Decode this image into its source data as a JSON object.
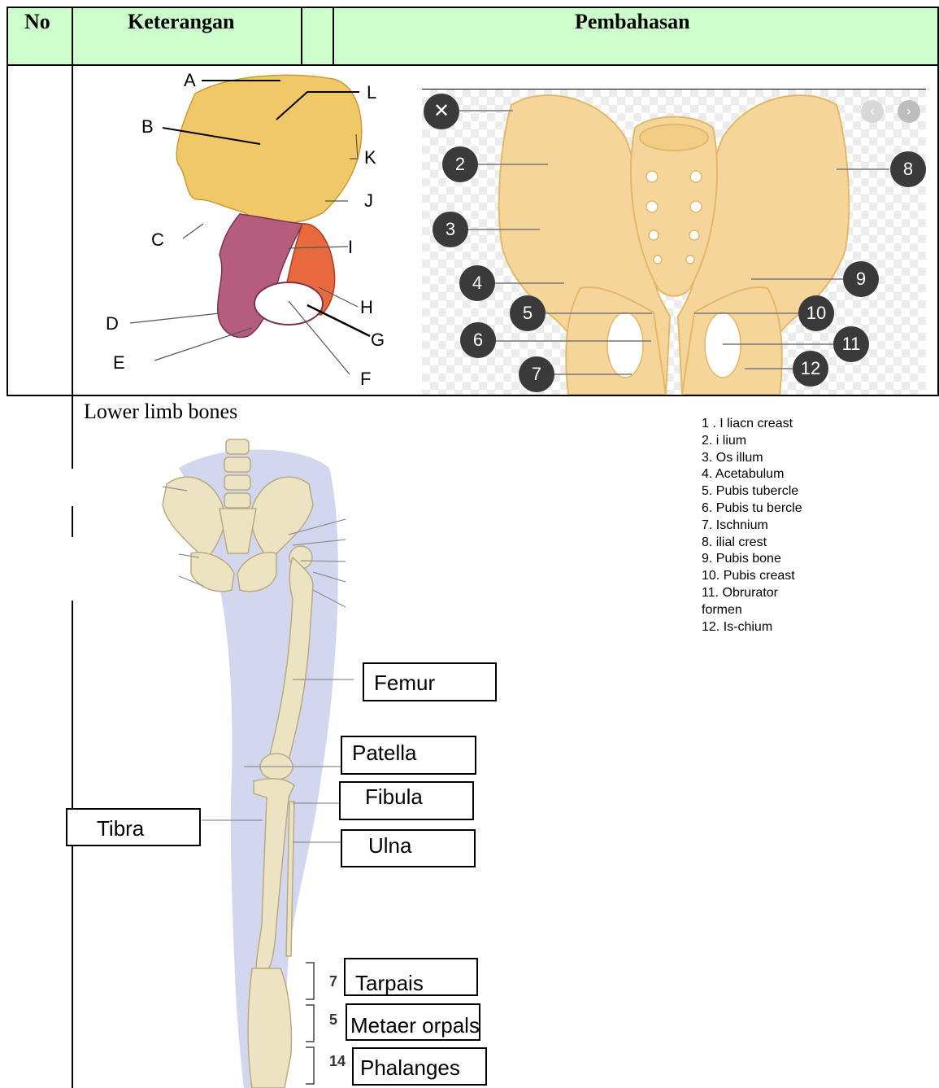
{
  "table": {
    "headers": {
      "no": "No",
      "keterangan": "Keterangan",
      "pembahasan": "Pembahasan"
    },
    "header_bg": "#ccffcc"
  },
  "hip_diagram": {
    "labels": [
      "A",
      "B",
      "C",
      "D",
      "E",
      "F",
      "G",
      "H",
      "I",
      "J",
      "K",
      "L"
    ],
    "ilium_color": "#f1c867",
    "ischium_color": "#b65d7d",
    "pubis_color": "#e8693e"
  },
  "pelvis_diagram": {
    "numbers": [
      "2",
      "3",
      "4",
      "5",
      "6",
      "7",
      "8",
      "9",
      "10",
      "11",
      "12"
    ],
    "close_icon": "close-icon",
    "prev_icon": "chevron-left-icon",
    "next_icon": "chevron-right-icon",
    "bone_color": "#f5d59a"
  },
  "lower_limb": {
    "title": "Lower limb bones",
    "callouts": {
      "femur": "Femur",
      "patella": "Patella",
      "fibula": "Fibula",
      "ulna": "Ulna",
      "tibra": "Tibra",
      "tarpais": "Tarpais",
      "metaer": "Metaer orpals",
      "phalanges": "Phalanges"
    },
    "bracket_numbers": [
      "7",
      "5",
      "14"
    ],
    "bone_color": "#ece3c3",
    "leg_shadow_color": "#c7cdeb"
  },
  "answers": [
    "1 . I liacn creast",
    "2. i lium",
    "3. Os illum",
    "4. Acetabulum",
    "5. Pubis tubercle",
    "6. Pubis tu bercle",
    "7. Ischnium",
    "8. ilial crest",
    "9. Pubis bone",
    "10. Pubis creast",
    "11. Obrurator\nformen",
    "12. Is-chium"
  ]
}
